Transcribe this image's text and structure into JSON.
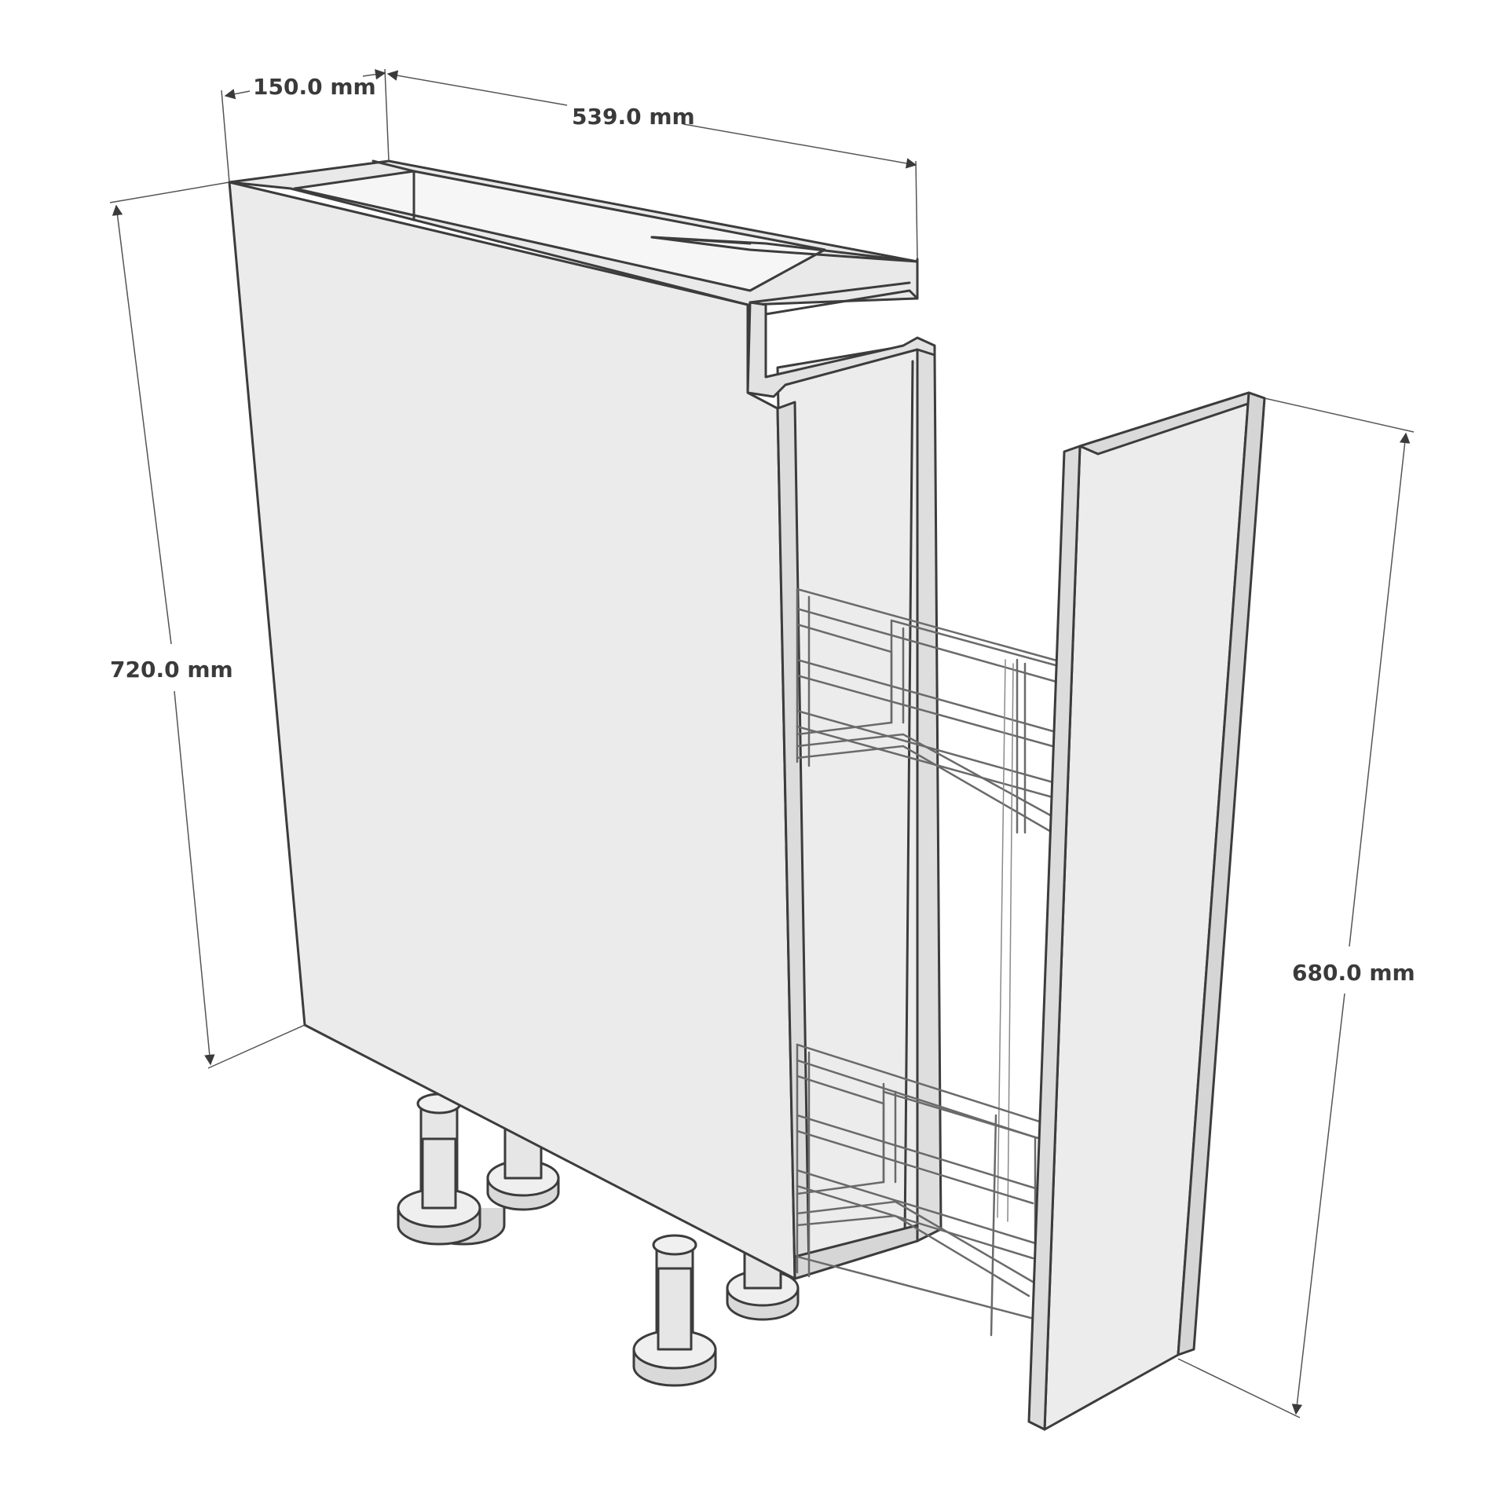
{
  "dimensions": {
    "carcass_width": "150.0 mm",
    "carcass_depth": "539.0 mm",
    "carcass_height": "720.0 mm",
    "door_height": "680.0 mm"
  },
  "colors": {
    "panel": "#ebebeb",
    "panel_dark": "#dcdcdc",
    "edge": "#3c3c3c",
    "label": "#3a3a3a"
  }
}
